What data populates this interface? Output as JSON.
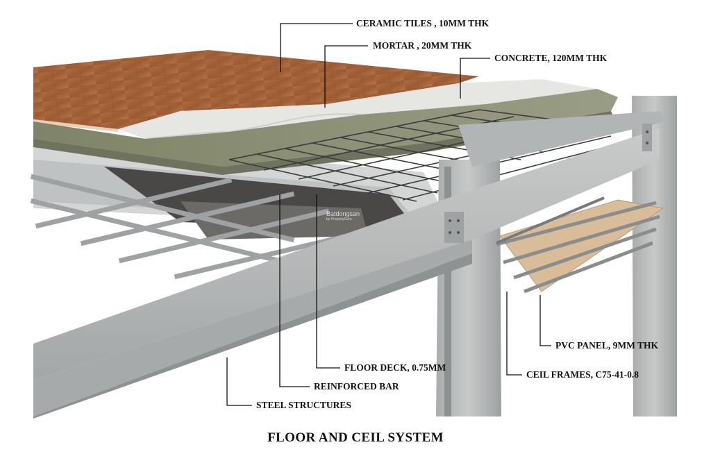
{
  "labels": {
    "ceramic_tiles": "CERAMIC TILES , 10MM THK",
    "mortar": "MORTAR , 20MM THK",
    "concrete": "CONCRETE, 120MM THK",
    "pvc_panel": "PVC PANEL, 9MM THK",
    "ceil_frames": "CEIL FRAMES, C75-41-0.8",
    "floor_deck": "FLOOR DECK, 0.75MM",
    "reinforced_bar": "REINFORCED BAR",
    "steel_structures": "STEEL STRUCTURES"
  },
  "title": "FLOOR AND CEIL SYSTEM",
  "watermark": {
    "brand": "Batdongsan",
    "tagline": "by PropertyGuru"
  },
  "colors": {
    "tile": "#a4623a",
    "mortar": "#e6e6e3",
    "concrete": "#8c9076",
    "steel": "#b9bcbc",
    "pvc": "#d8bd98",
    "leader": "#111111"
  }
}
